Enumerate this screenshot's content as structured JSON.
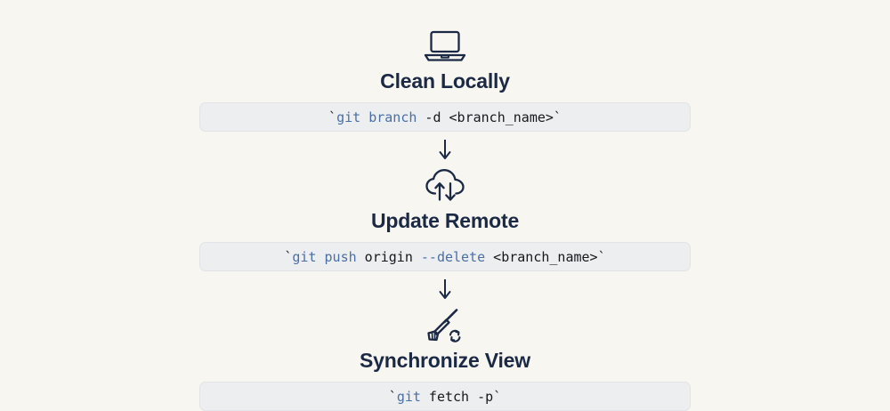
{
  "theme": {
    "background": "#f7f6f1",
    "heading_color": "#1b2944",
    "code_panel_bg": "#edeef0",
    "code_panel_border": "#e2e3e6",
    "code_text": "#16181d",
    "code_keyword": "#4a6fa5",
    "icon_stroke": "#1b2944"
  },
  "steps": [
    {
      "icon": "laptop-icon",
      "title": "Clean Locally",
      "command": {
        "tokens": [
          {
            "text": "`",
            "style": "tick"
          },
          {
            "text": "git",
            "style": "blue"
          },
          {
            "text": " ",
            "style": "dark"
          },
          {
            "text": "branch",
            "style": "blue"
          },
          {
            "text": " ",
            "style": "dark"
          },
          {
            "text": "-d",
            "style": "dark"
          },
          {
            "text": " <branch_name>",
            "style": "dark"
          },
          {
            "text": "`",
            "style": "tick"
          }
        ],
        "plain": "`git branch -d <branch_name>`"
      }
    },
    {
      "icon": "cloud-sync-icon",
      "title": "Update Remote",
      "command": {
        "tokens": [
          {
            "text": "`",
            "style": "tick"
          },
          {
            "text": "git",
            "style": "blue"
          },
          {
            "text": " ",
            "style": "dark"
          },
          {
            "text": "push",
            "style": "blue"
          },
          {
            "text": " origin ",
            "style": "dark"
          },
          {
            "text": "--delete",
            "style": "blue"
          },
          {
            "text": " <branch_name>",
            "style": "dark"
          },
          {
            "text": "`",
            "style": "tick"
          }
        ],
        "plain": "`git push origin --delete <branch_name>`"
      }
    },
    {
      "icon": "broom-refresh-icon",
      "title": "Synchronize View",
      "command": {
        "tokens": [
          {
            "text": "`",
            "style": "tick"
          },
          {
            "text": "git",
            "style": "blue"
          },
          {
            "text": " fetch -p",
            "style": "dark"
          },
          {
            "text": "`",
            "style": "tick"
          }
        ],
        "plain": "`git fetch -p`"
      }
    }
  ],
  "connectors": [
    {
      "name": "arrow-down-1"
    },
    {
      "name": "arrow-down-2"
    }
  ]
}
